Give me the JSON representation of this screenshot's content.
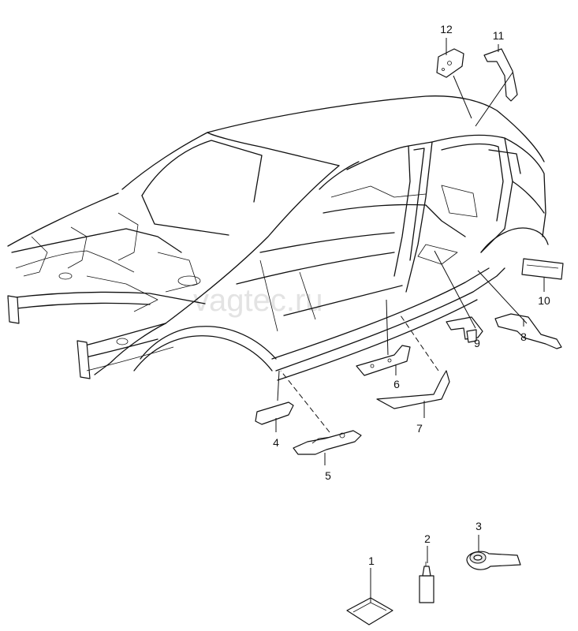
{
  "watermark": "vagtec.ru",
  "parts": {
    "p1": "1",
    "p2": "2",
    "p3": "3",
    "p4": "4",
    "p5": "5",
    "p6": "6",
    "p7": "7",
    "p8": "8",
    "p9": "9",
    "p10": "10",
    "p11": "11",
    "p12": "12"
  }
}
